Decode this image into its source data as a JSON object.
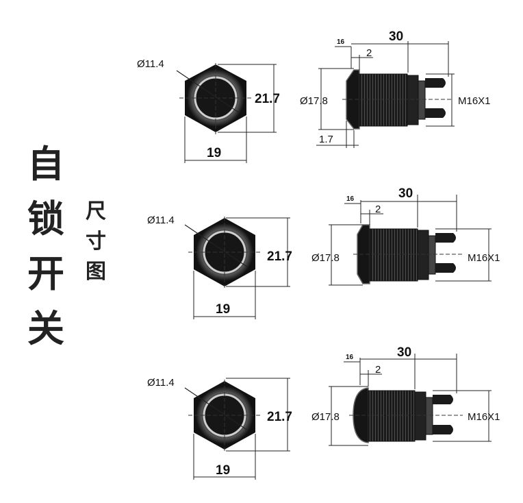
{
  "title": {
    "chars": [
      "自",
      "锁",
      "开",
      "关"
    ]
  },
  "subtitle": {
    "chars": [
      "尺",
      "寸",
      "图"
    ]
  },
  "diagrams": [
    {
      "front": {
        "inner_diameter": "Ø11.4",
        "height": "21.7",
        "width": "19"
      },
      "side": {
        "length": "30",
        "dim_16": "16",
        "dim_2": "2",
        "diameter": "Ø17.8",
        "thread": "M16X1",
        "dim_1_7": "1.7"
      }
    },
    {
      "front": {
        "inner_diameter": "Ø11.4",
        "height": "21.7",
        "width": "19"
      },
      "side": {
        "length": "30",
        "dim_16": "16",
        "dim_2": "2",
        "diameter": "Ø17.8",
        "thread": "M16X1"
      }
    },
    {
      "front": {
        "inner_diameter": "Ø11.4",
        "height": "21.7",
        "width": "19"
      },
      "side": {
        "length": "30",
        "dim_16": "16",
        "dim_2": "2",
        "diameter": "Ø17.8",
        "thread": "M16X1"
      }
    }
  ]
}
